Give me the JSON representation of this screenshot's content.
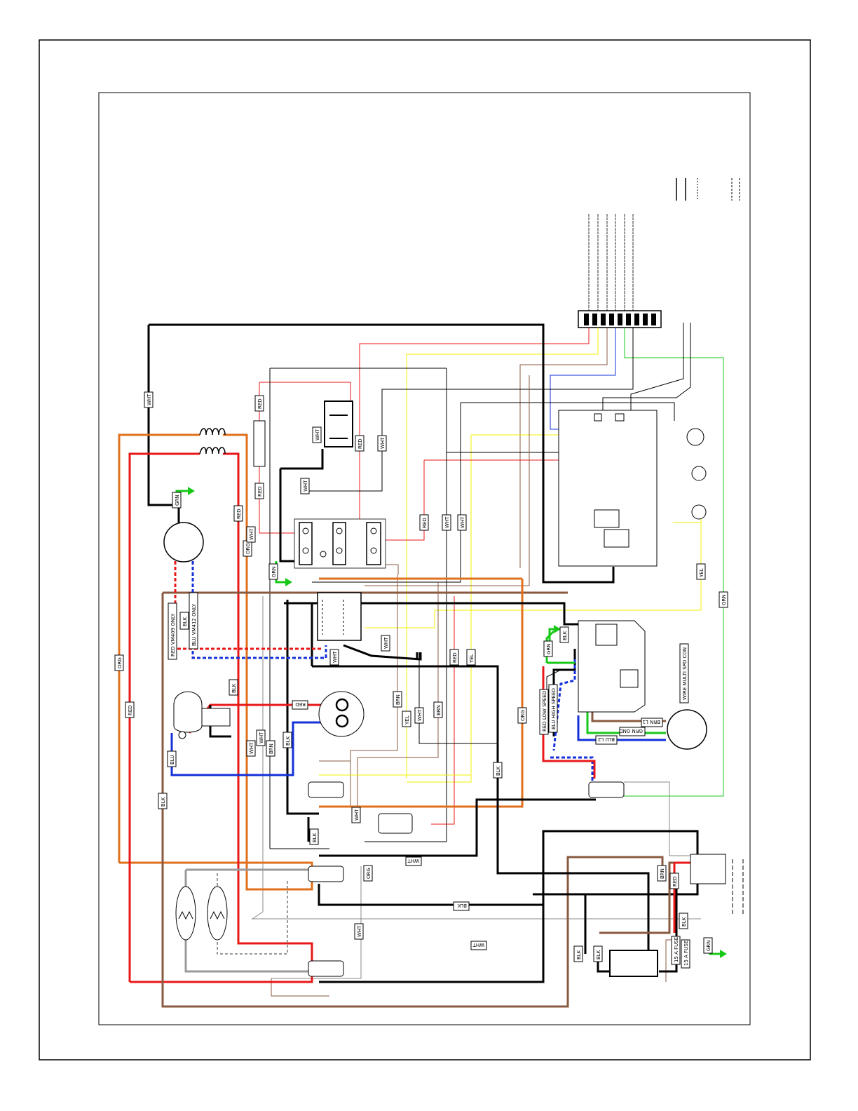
{
  "colors": {
    "BLK": "#000000",
    "WHT": "#8a8a8a",
    "RED": "#e81818",
    "BLU": "#1430d8",
    "ORG": "#e0701c",
    "YEL": "#f0f000",
    "BRN": "#8a5a40",
    "GRN": "#18c818",
    "GRY": "#9a9a9a"
  },
  "wire_labels": [
    {
      "text": "WHT"
    },
    {
      "text": "RED"
    },
    {
      "text": "RED"
    },
    {
      "text": "WHT"
    },
    {
      "text": "WHT"
    },
    {
      "text": "RED"
    },
    {
      "text": "WHT"
    },
    {
      "text": "RED"
    },
    {
      "text": "WHT"
    },
    {
      "text": "WHT"
    },
    {
      "text": "ORG"
    },
    {
      "text": "GRN"
    },
    {
      "text": "YEL"
    },
    {
      "text": "GRN"
    },
    {
      "text": "RED"
    },
    {
      "text": "GRN"
    },
    {
      "text": "ORG"
    },
    {
      "text": "RED"
    },
    {
      "text": "BLK"
    },
    {
      "text": "BLK"
    },
    {
      "text": "WHT"
    },
    {
      "text": "WHT"
    },
    {
      "text": "RED"
    },
    {
      "text": "YEL"
    },
    {
      "text": "BRN"
    },
    {
      "text": "YEL"
    },
    {
      "text": "WHT"
    },
    {
      "text": "BRN"
    },
    {
      "text": "ORG"
    },
    {
      "text": "BLK"
    },
    {
      "text": "BLK"
    },
    {
      "text": "BLU"
    },
    {
      "text": "WHT"
    },
    {
      "text": "WHT"
    },
    {
      "text": "BRN"
    },
    {
      "text": "BLK"
    },
    {
      "text": "WHT"
    },
    {
      "text": "BLK"
    },
    {
      "text": "ORG"
    },
    {
      "text": "WHT"
    },
    {
      "text": "WHT"
    },
    {
      "text": "BLK"
    },
    {
      "text": "WHT"
    },
    {
      "text": "BRN"
    },
    {
      "text": "RED"
    },
    {
      "text": "BLK"
    },
    {
      "text": "BLK"
    },
    {
      "text": "BLK"
    },
    {
      "text": "GRN"
    },
    {
      "text": "GRN"
    },
    {
      "text": "RED"
    },
    {
      "text": "WHT"
    }
  ],
  "component_labels": {
    "motor_note_1": "RED VM409 ONLY",
    "motor_note_2": "BLU VM412 ONLY",
    "blk_tag": "BLK",
    "low_speed": "RED LOW SPEED",
    "high_speed": "BLU HIGH SPEED",
    "multi_spd": "WIRE MULTI SPD CON",
    "brn_l1": "BRN L1",
    "grn_gnd": "GRN GND",
    "blu_l2": "BLU L2",
    "fuse_1": "15 A FUSE",
    "fuse_2": "15 A FUSE"
  }
}
